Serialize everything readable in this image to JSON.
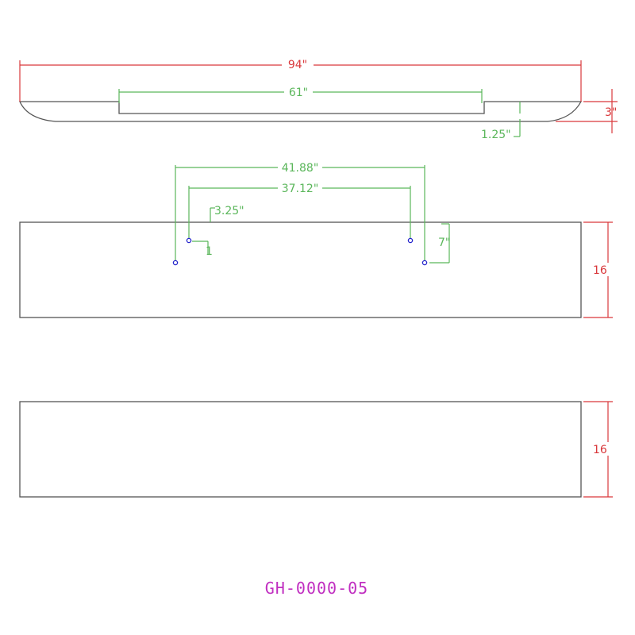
{
  "colors": {
    "dimension_overall": "#d9383b",
    "dimension_detail": "#5ab65a",
    "outline": "#555555",
    "hole": "#2222cc",
    "part_number": "#c02ec0"
  },
  "side_view": {
    "overall_length_label": "94\"",
    "recess_length_label": "61\"",
    "thickness_label": "3\"",
    "recess_depth_label": "1.25\""
  },
  "top_view": {
    "outer_hole_spacing_label": "41.88\"",
    "inner_hole_spacing_label": "37.12\"",
    "inner_hole_offset_label": "3.25\"",
    "inner_hole_small_label": "1",
    "outer_hole_depth_label": "7\"",
    "width_label": "16"
  },
  "bottom_view": {
    "width_label": "16"
  },
  "part_number": "GH-0000-05"
}
